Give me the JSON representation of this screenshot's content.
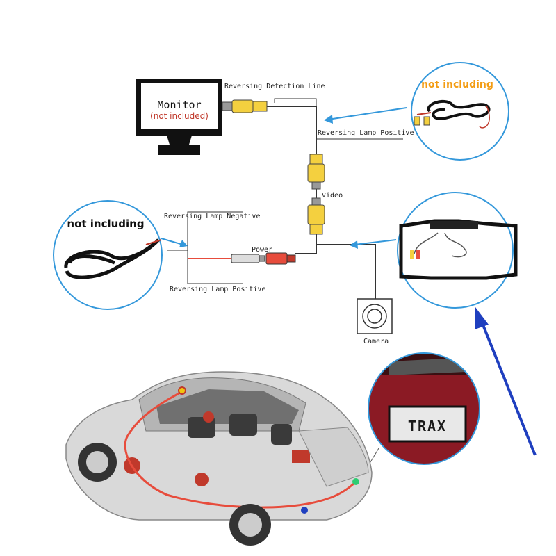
{
  "monitor": {
    "title": "Monitor",
    "note": "(not included)"
  },
  "labels": {
    "reversing_detection_line": "Reversing Detection Line",
    "reversing_lamp_positive_top": "Reversing Lamp Positive",
    "video": "Video",
    "reversing_lamp_negative": "Reversing Lamp Negative",
    "power": "Power",
    "reversing_lamp_positive_bottom": "Reversing Lamp Positive",
    "camera": "Camera"
  },
  "callouts": {
    "top_right": "not including",
    "left": "not including"
  },
  "plate": {
    "text": "TRAX"
  },
  "colors": {
    "rca_yellow": "#f4d03f",
    "power_red": "#e74c3c",
    "arrow_blue": "#3498db",
    "big_arrow_blue": "#1f3fbf",
    "callout_border": "#3498db",
    "note_red": "#c0392b",
    "orange_text": "#f39c12"
  }
}
